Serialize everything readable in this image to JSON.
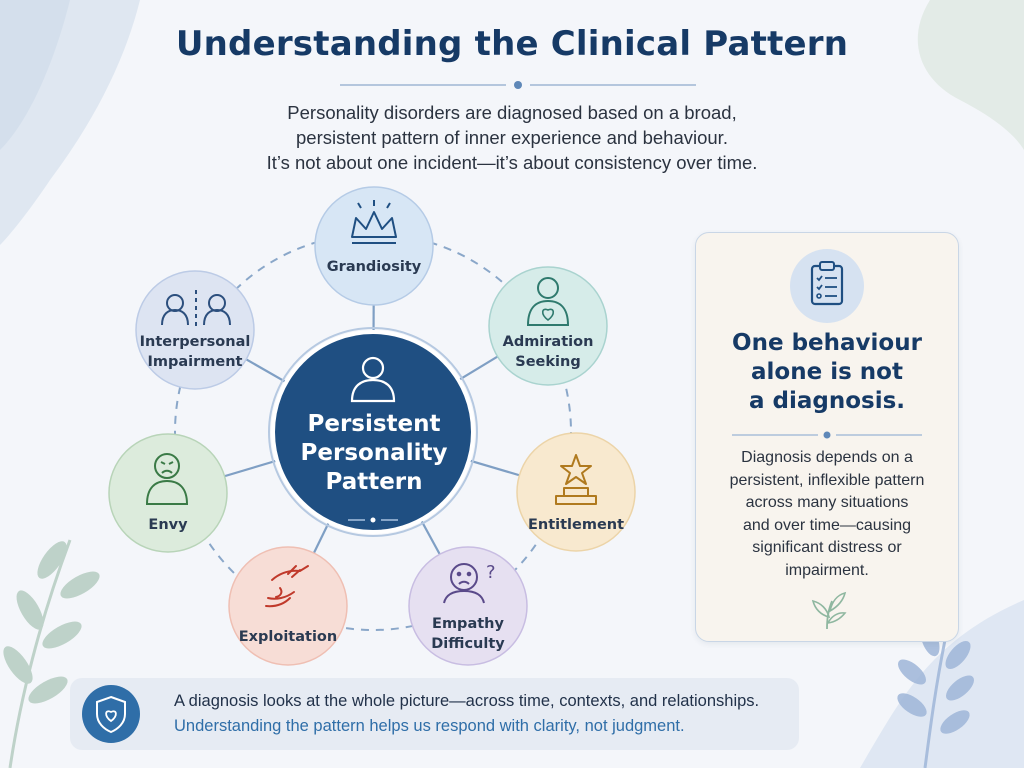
{
  "title": "Understanding the Clinical Pattern",
  "intro": [
    "Personality disorders are diagnosed based on a broad,",
    "persistent pattern of inner experience and behaviour.",
    "It’s not about one incident—it’s about consistency over time."
  ],
  "center": {
    "lines": [
      "Persistent",
      "Personality",
      "Pattern"
    ],
    "icon": "person-icon",
    "color": "#1f4f82"
  },
  "traits": [
    {
      "lines": [
        "Grandiosity"
      ],
      "icon": "crown-icon",
      "color": "#d7e6f5"
    },
    {
      "lines": [
        "Admiration",
        "Seeking"
      ],
      "icon": "person-heart-icon",
      "color": "#d6ece9"
    },
    {
      "lines": [
        "Entitlement"
      ],
      "icon": "star-podium-icon",
      "color": "#f8e9cf"
    },
    {
      "lines": [
        "Empathy",
        "Difficulty"
      ],
      "icon": "confused-face-icon",
      "color": "#e6e0f1"
    },
    {
      "lines": [
        "Exploitation"
      ],
      "icon": "reaching-hands-icon",
      "color": "#f7ddd6"
    },
    {
      "lines": [
        "Envy"
      ],
      "icon": "frowning-person-icon",
      "color": "#dcebdc"
    },
    {
      "lines": [
        "Interpersonal",
        "Impairment"
      ],
      "icon": "divided-people-icon",
      "color": "#dde4f2"
    }
  ],
  "side_card": {
    "icon": "clipboard-checklist-icon",
    "heading": [
      "One behaviour",
      "alone is not",
      "a diagnosis."
    ],
    "body": [
      "Diagnosis depends on a",
      "persistent, inflexible pattern",
      "across many situations",
      "and over time—causing",
      "significant distress or",
      "impairment."
    ],
    "decor_icon": "sprig-icon"
  },
  "footer": {
    "icon": "shield-heart-icon",
    "line1": "A diagnosis looks at the whole picture—across time, contexts, and relationships.",
    "line2": "Understanding the pattern helps us respond with clarity, not judgment."
  },
  "colors": {
    "navy": "#163a66",
    "accent_blue": "#2f6ea8",
    "connector": "#7f9fc4"
  }
}
